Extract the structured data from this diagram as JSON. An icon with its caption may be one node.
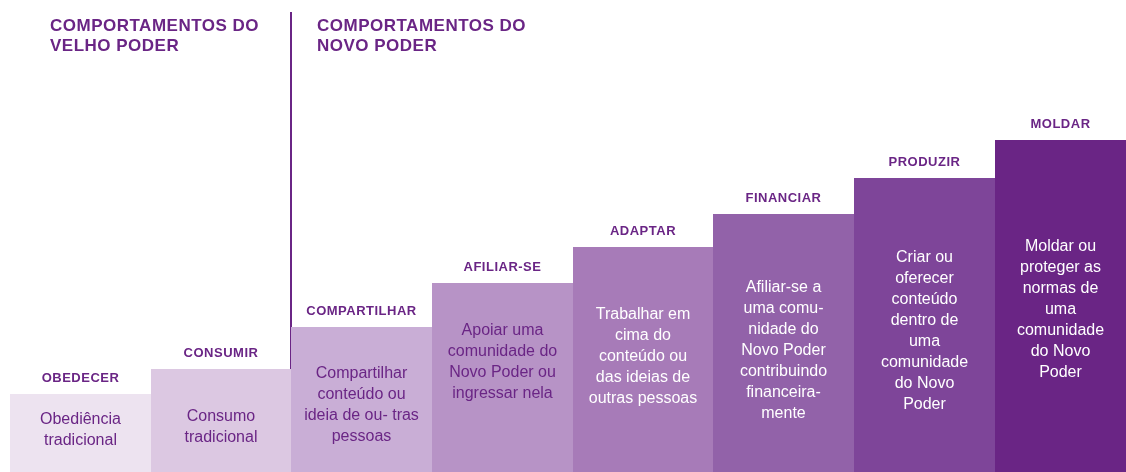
{
  "diagram": {
    "nodes": [
      {
        "text": [
          "OBEDECER",
          "Obediência tradicional"
        ]
      },
      {
        "text": [
          "CONSUMIR",
          "Consumo tradicional"
        ]
      },
      {
        "text": [
          "COMPARTILHAR",
          "Compartilhar conteúdo ou ideia de ou- tras pessoas"
        ]
      },
      {
        "text": [
          "AFILIAR-SE",
          "Apoiar uma comunidade do Novo Poder ou ingressar nela"
        ]
      },
      {
        "text": [
          "ADAPTAR",
          "Trabalhar em cima do conteúdo ou das ideias de outras pessoas"
        ]
      },
      {
        "text": [
          "FINANCIAR",
          "Afiliar-se a uma comu- nidade do Novo Poder contribuindo financeira- mente"
        ]
      },
      {
        "text": [
          "PRODUZIR",
          "Criar ou oferecer conteúdo dentro de uma comunidade do Novo Poder"
        ]
      },
      {
        "text": [
          "MOLDAR",
          "Moldar ou proteger as normas de uma comunidade do Novo Poder"
        ]
      }
    ],
    "labels": [
      "COMPORTAMENTOS DO VELHO PODER",
      "COMPORTAMENTOS DO NOVO PODER"
    ]
  }
}
